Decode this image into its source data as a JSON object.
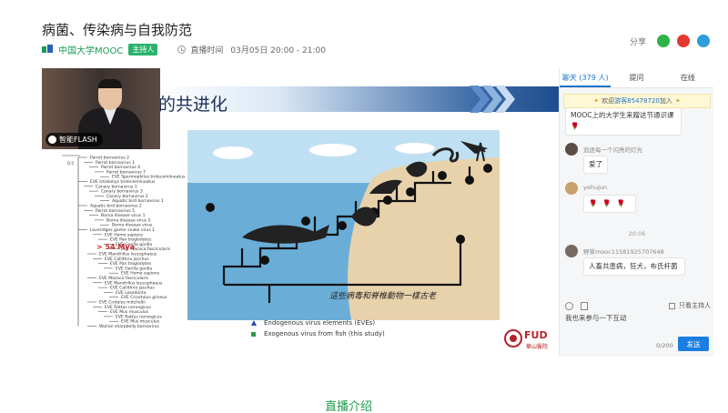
{
  "header": {
    "title": "病菌、传染病与自我防范",
    "org": "中国大学MOOC",
    "host_badge": "主持人",
    "time_label": "直播时间",
    "time_value": "03月05日 20:00 - 21:00",
    "share_label": "分享",
    "share_icons": [
      {
        "name": "wechat-icon",
        "color": "#2fb344"
      },
      {
        "name": "weibo-icon",
        "color": "#e5382e"
      },
      {
        "name": "qq-icon",
        "color": "#2d9cdb"
      }
    ]
  },
  "video": {
    "badge_label": "智能FLASH",
    "slide_title": "的共进化",
    "mya_label": "> 54 Mya",
    "tree_labels": [
      "Parrot bornavirus 2",
      "Parrot bornavirus 1",
      "Parrot bornavirus 4",
      "Parrot bornavirus 7",
      "EVE Spermophilus tridecemlineatus",
      "EVE Ictidomys tridecemlineatus",
      "Canary bornavirus 1",
      "Canary bornavirus 3",
      "Canary bornavirus 2",
      "Aquatic bird bornavirus 1",
      "Aquatic bird bornavirus 2",
      "Parrot bornavirus 5",
      "Borna disease virus 1",
      "Borna disease virus 2",
      "Borna disease virus",
      "Loveridges garter snake virus 1",
      "EVE Homo sapiens",
      "EVE Pan troglodytes",
      "EVE Gorilla gorilla",
      "EVE Macaca fascicularis",
      "EVE Mandrillus leucophaeus",
      "EVE Callithrix jacchus",
      "EVE Pan troglodytes",
      "EVE Gorilla gorilla",
      "EVE Homo sapiens",
      "EVE Macaca fascicularis",
      "EVE Mandrillus leucophaeus",
      "EVE Callithrix jacchus",
      "EVE Loxodonta",
      "EVE Cricetulus griseus",
      "EVE Crotalus mitchellii",
      "EVE Rattus norvegicus",
      "EVE Mus musculus",
      "EVE Rattus norvegicus",
      "EVE Mus musculus",
      "Wuhan sharpbelly bornavirus"
    ],
    "scale_label": "0.5",
    "illus_caption": "這些病毒和脊椎動物一樣古老",
    "legend": {
      "eve": "Endogenous virus elements (EVEs)",
      "exo": "Exogenous virus from fish (this study)"
    },
    "uni_logo_text": "華山醫院",
    "fudan_logo_text": "FUD"
  },
  "chat": {
    "tabs": [
      {
        "label": "聊天 (379 人)",
        "active": true
      },
      {
        "label": "提问",
        "active": false
      },
      {
        "label": "在线",
        "active": false
      }
    ],
    "welcome_prefix": "欢迎",
    "welcome_user": "游客85478720",
    "welcome_suffix": "加入",
    "messages": [
      {
        "name": "",
        "text": "MOOC上的大学生来蹭这节通识课🌹",
        "avatar_color": "#a0957d"
      },
      {
        "name": "追逐每一个闪亮的灯光",
        "text": "爱了",
        "avatar_color": "#5b4c46"
      },
      {
        "name": "yehujun",
        "text": "🌹🌹🌹",
        "avatar_color": "#c9a06a"
      },
      {
        "name": "野草mooc11581925707648",
        "text": "人畜共患病，狂犬，布氏杆菌",
        "avatar_color": "#76695e"
      }
    ],
    "timestamp": "20:06",
    "only_host_label": "只看主持人",
    "input_value": "我也来参与一下互动",
    "counter": "0/200",
    "send_label": "发送"
  },
  "footer": {
    "intro_label": "直播介绍"
  }
}
